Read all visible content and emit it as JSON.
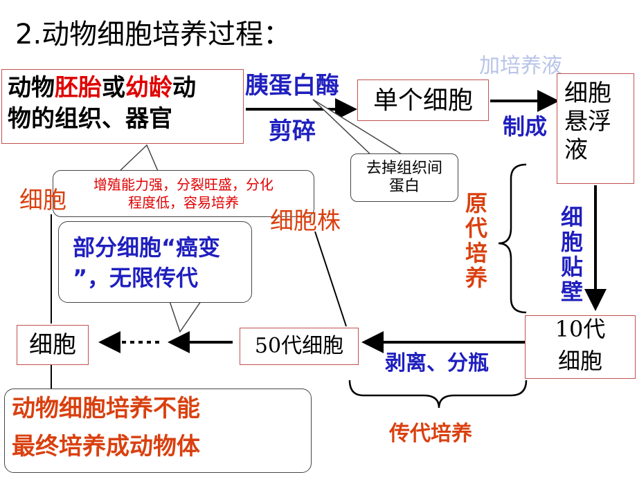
{
  "title": "2.动物细胞培养过程：",
  "source_box": {
    "line1_a": "动物",
    "line1_b": "胚胎",
    "line1_c": "或",
    "line1_d": "幼龄",
    "line1_e": "动",
    "line2": "物的组织、器官"
  },
  "callout_young": {
    "line1": "增殖能力强，分裂旺盛，分化",
    "line2": "程度低，容易培养"
  },
  "enzyme_label": "胰蛋白酶",
  "mince_label": "剪碎",
  "callout_remove": {
    "line1": "去掉组织间",
    "line2": "蛋白"
  },
  "single_cell_box": "单个细胞",
  "faded_label": "加培养液",
  "make_label": "制成",
  "suspension_box": {
    "line1": "细胞",
    "line2": "悬浮",
    "line3": "液"
  },
  "adhere_label": [
    "细",
    "胞",
    "贴",
    "壁"
  ],
  "primary_label": [
    "原",
    "代",
    "培",
    "养"
  ],
  "gen10_box": {
    "line1": "10代",
    "line2": "细胞"
  },
  "strip_label": "剥离、分瓶",
  "subculture_label": "传代培养",
  "gen50_box": "50代细胞",
  "cell_line_label": "细胞株",
  "cell_strain_label": "细胞",
  "callout_cancer": {
    "line1": "部分细胞“癌变",
    "line2": "”，无限传代"
  },
  "cells_box": "细胞",
  "conclusion": {
    "line1": "动物细胞培养不能",
    "line2": "最终培养成动物体"
  },
  "colors": {
    "blue": "#1f1fbf",
    "red": "#e00000",
    "orange": "#d9400f",
    "black": "#000000",
    "faded": "#b8c4e8"
  }
}
